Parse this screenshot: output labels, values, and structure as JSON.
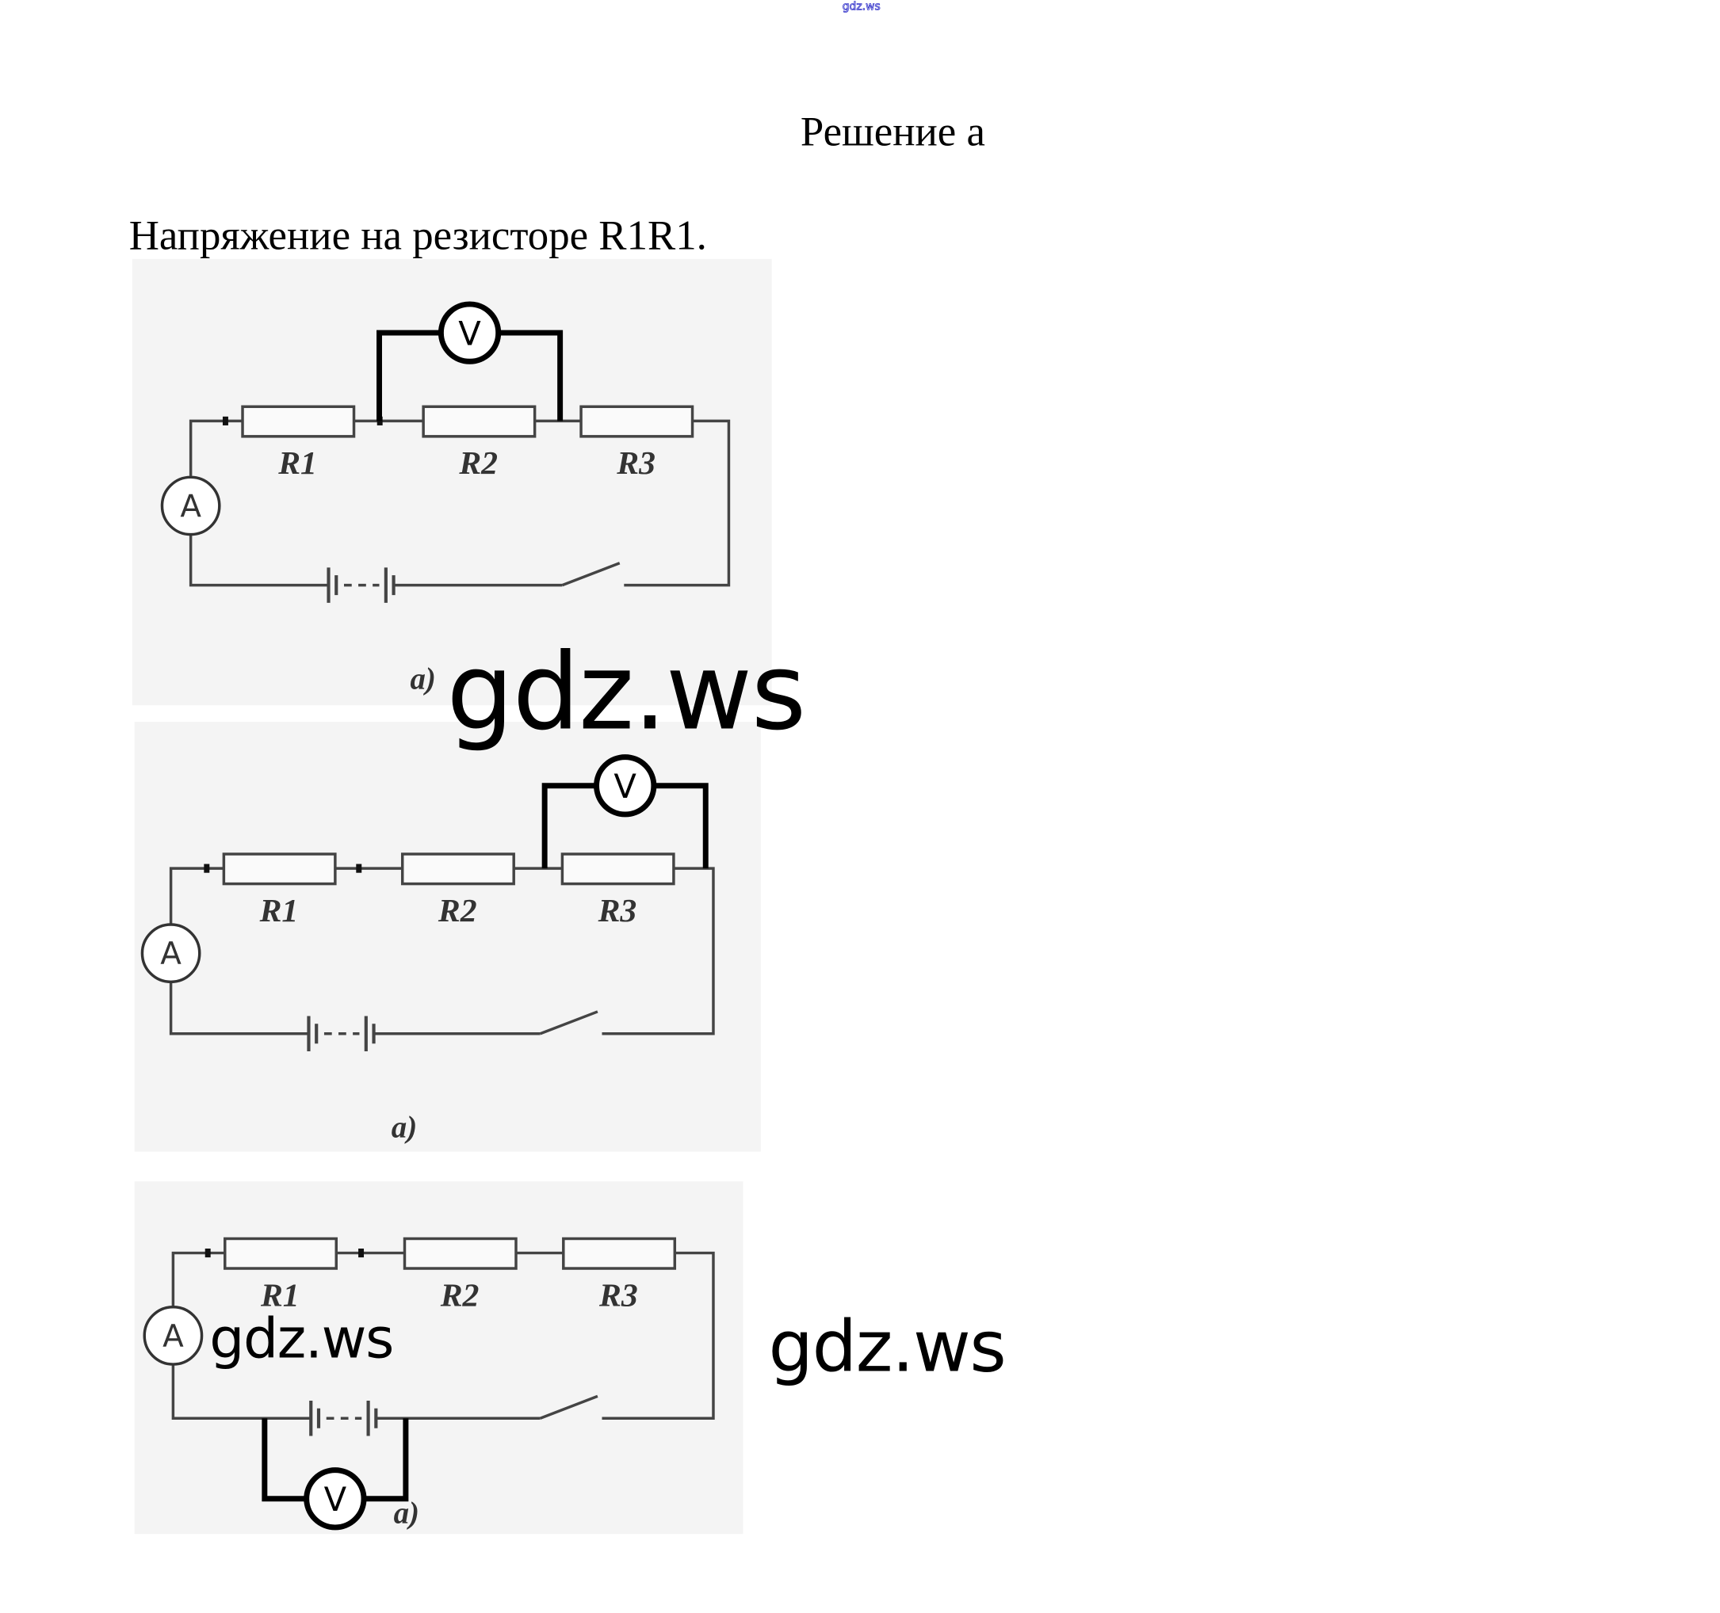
{
  "watermark_top": "gdz.ws",
  "heading": "Решение а",
  "subtitle": "Напряжение на резисторе R1R1.",
  "circuits": [
    {
      "resistors": [
        "R1",
        "R2",
        "R3"
      ],
      "ammeter": "A",
      "voltmeter": "V",
      "caption": "a)",
      "voltmeter_across": "R2"
    },
    {
      "resistors": [
        "R1",
        "R2",
        "R3"
      ],
      "ammeter": "A",
      "voltmeter": "V",
      "caption": "a)",
      "voltmeter_across": "R3"
    },
    {
      "resistors": [
        "R1",
        "R2",
        "R3"
      ],
      "ammeter": "A",
      "voltmeter": "V",
      "caption": "a)",
      "voltmeter_across": "battery"
    }
  ],
  "watermarks": [
    "gdz.ws",
    "gdz.ws",
    "gdz.ws"
  ]
}
